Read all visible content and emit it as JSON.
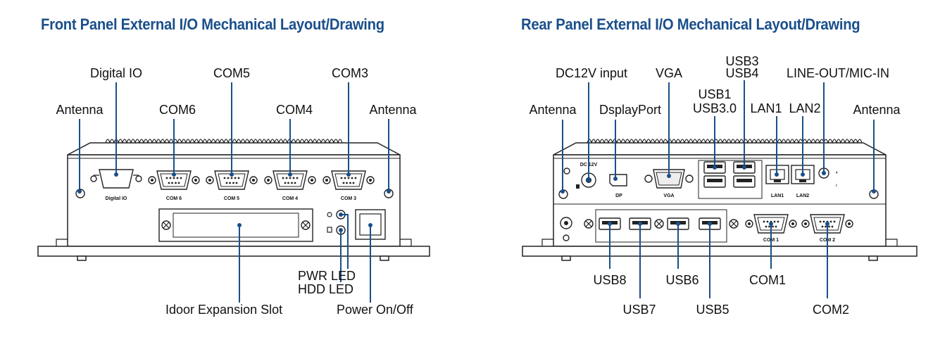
{
  "front": {
    "title": "Front Panel External I/O Mechanical Layout/Drawing",
    "callouts": {
      "digital_io": "Digital IO",
      "com5": "COM5",
      "com3": "COM3",
      "antenna_left": "Antenna",
      "com6": "COM6",
      "com4": "COM4",
      "antenna_right": "Antenna",
      "pwr_led": "PWR LED",
      "hdd_led": "HDD LED",
      "idoor_slot": "Idoor Expansion Slot",
      "power_switch": "Power On/Off"
    },
    "panel_text": {
      "digital_io": "Digital IO",
      "com6": "COM 6",
      "com5": "COM 5",
      "com4": "COM 4",
      "com3": "COM 3"
    }
  },
  "rear": {
    "title": "Rear Panel External I/O Mechanical Layout/Drawing",
    "callouts": {
      "usb3": "USB3",
      "usb4": "USB4",
      "dc12v": "DC12V input",
      "vga": "VGA",
      "line_out": "LINE-OUT/MIC-IN",
      "usb1": "USB1",
      "usb30": "USB3.0",
      "antenna_left": "Antenna",
      "displayport": "DsplayPort",
      "lan1": "LAN1",
      "lan2": "LAN2",
      "antenna_right": "Antenna",
      "usb8": "USB8",
      "usb6": "USB6",
      "com1": "COM1",
      "usb7": "USB7",
      "usb5": "USB5",
      "com2": "COM2"
    },
    "panel_text": {
      "dc": "DC 12V",
      "dp": "DP",
      "vga": "VGA",
      "lan1": "LAN1",
      "lan2": "LAN2",
      "com1": "COM 1",
      "com2": "COM 2"
    }
  }
}
